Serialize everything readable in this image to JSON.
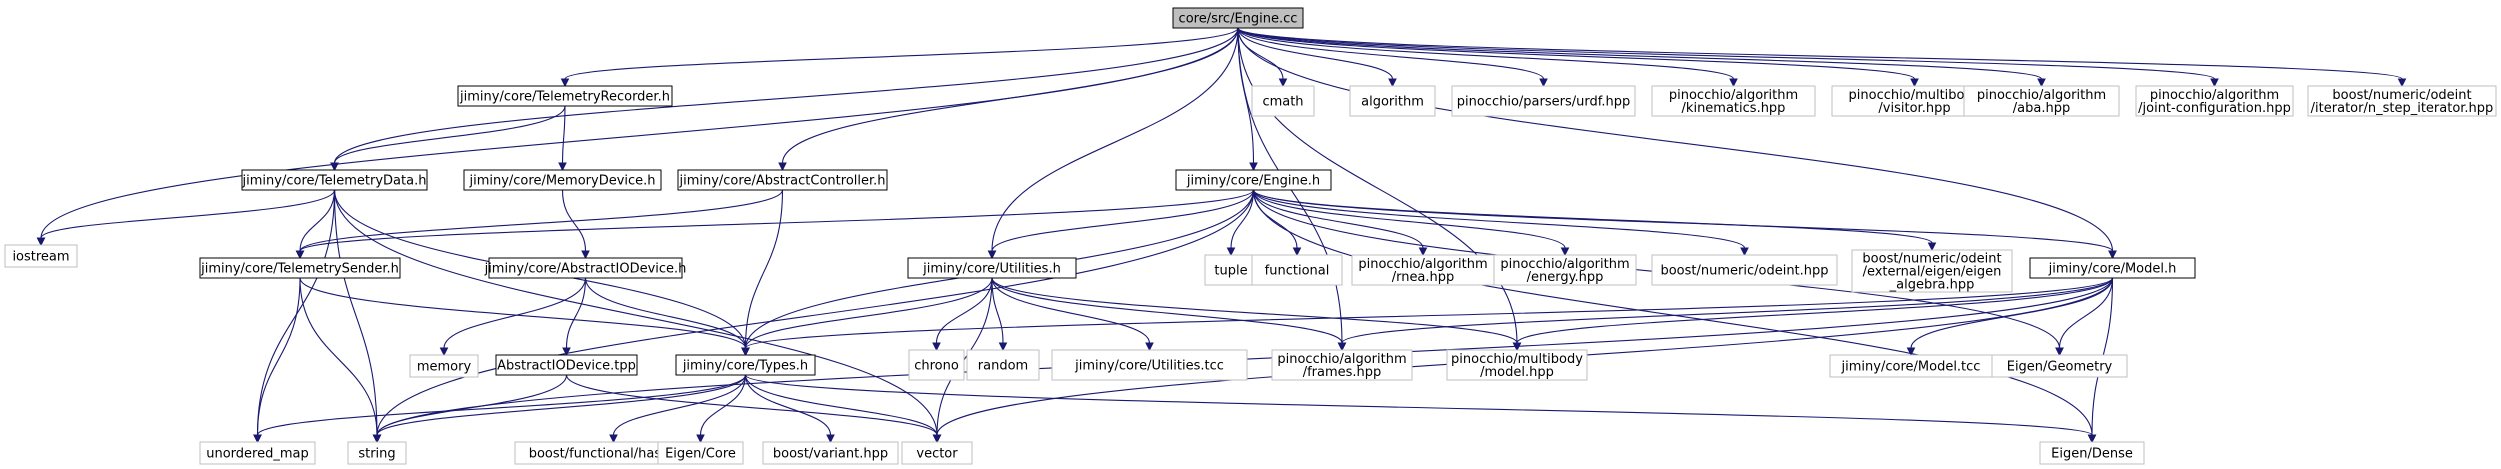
{
  "colors": {
    "edge": "#191970",
    "root_fill": "#bfbfbf",
    "internal_stroke": "#000000",
    "external_stroke": "#bfbfbf",
    "node_fill": "#ffffff"
  },
  "nodes": [
    {
      "id": "engine_cc",
      "lines": [
        "core/src/Engine.cc"
      ],
      "kind": "root"
    },
    {
      "id": "telemetry_recorder_h",
      "lines": [
        "jiminy/core/TelemetryRecorder.h"
      ],
      "kind": "internal"
    },
    {
      "id": "cmath",
      "lines": [
        "cmath"
      ],
      "kind": "external"
    },
    {
      "id": "algorithm",
      "lines": [
        "algorithm"
      ],
      "kind": "external"
    },
    {
      "id": "pinocchio_urdf",
      "lines": [
        "pinocchio/parsers/urdf.hpp"
      ],
      "kind": "external"
    },
    {
      "id": "pinocchio_kinematics",
      "lines": [
        "pinocchio/algorithm",
        "/kinematics.hpp"
      ],
      "kind": "external"
    },
    {
      "id": "pinocchio_visitor",
      "lines": [
        "pinocchio/multibody",
        "/visitor.hpp"
      ],
      "kind": "external"
    },
    {
      "id": "pinocchio_aba",
      "lines": [
        "pinocchio/algorithm",
        "/aba.hpp"
      ],
      "kind": "external"
    },
    {
      "id": "pinocchio_joint_config",
      "lines": [
        "pinocchio/algorithm",
        "/joint-configuration.hpp"
      ],
      "kind": "external"
    },
    {
      "id": "boost_nstep",
      "lines": [
        "boost/numeric/odeint",
        "/iterator/n_step_iterator.hpp"
      ],
      "kind": "external"
    },
    {
      "id": "telemetry_data_h",
      "lines": [
        "jiminy/core/TelemetryData.h"
      ],
      "kind": "internal"
    },
    {
      "id": "memory_device_h",
      "lines": [
        "jiminy/core/MemoryDevice.h"
      ],
      "kind": "internal"
    },
    {
      "id": "abstract_controller_h",
      "lines": [
        "jiminy/core/AbstractController.h"
      ],
      "kind": "internal"
    },
    {
      "id": "engine_h",
      "lines": [
        "jiminy/core/Engine.h"
      ],
      "kind": "internal"
    },
    {
      "id": "iostream",
      "lines": [
        "iostream"
      ],
      "kind": "external"
    },
    {
      "id": "telemetry_sender_h",
      "lines": [
        "jiminy/core/TelemetrySender.h"
      ],
      "kind": "internal"
    },
    {
      "id": "abstract_io_device_h",
      "lines": [
        "jiminy/core/AbstractIODevice.h"
      ],
      "kind": "internal"
    },
    {
      "id": "utilities_h",
      "lines": [
        "jiminy/core/Utilities.h"
      ],
      "kind": "internal"
    },
    {
      "id": "tuple",
      "lines": [
        "tuple"
      ],
      "kind": "external"
    },
    {
      "id": "functional",
      "lines": [
        "functional"
      ],
      "kind": "external"
    },
    {
      "id": "pinocchio_rnea",
      "lines": [
        "pinocchio/algorithm",
        "/rnea.hpp"
      ],
      "kind": "external"
    },
    {
      "id": "pinocchio_energy",
      "lines": [
        "pinocchio/algorithm",
        "/energy.hpp"
      ],
      "kind": "external"
    },
    {
      "id": "boost_odeint",
      "lines": [
        "boost/numeric/odeint.hpp"
      ],
      "kind": "external"
    },
    {
      "id": "boost_eigen_algebra",
      "lines": [
        "boost/numeric/odeint",
        "/external/eigen/eigen",
        "_algebra.hpp"
      ],
      "kind": "external"
    },
    {
      "id": "model_h",
      "lines": [
        "jiminy/core/Model.h"
      ],
      "kind": "internal"
    },
    {
      "id": "memory",
      "lines": [
        "memory"
      ],
      "kind": "external"
    },
    {
      "id": "abstract_io_device_tpp",
      "lines": [
        "AbstractIODevice.tpp"
      ],
      "kind": "internal"
    },
    {
      "id": "types_h",
      "lines": [
        "jiminy/core/Types.h"
      ],
      "kind": "internal"
    },
    {
      "id": "chrono",
      "lines": [
        "chrono"
      ],
      "kind": "external"
    },
    {
      "id": "random",
      "lines": [
        "random"
      ],
      "kind": "external"
    },
    {
      "id": "utilities_tcc",
      "lines": [
        "jiminy/core/Utilities.tcc"
      ],
      "kind": "external"
    },
    {
      "id": "pinocchio_frames",
      "lines": [
        "pinocchio/algorithm",
        "/frames.hpp"
      ],
      "kind": "external"
    },
    {
      "id": "pinocchio_model",
      "lines": [
        "pinocchio/multibody",
        "/model.hpp"
      ],
      "kind": "external"
    },
    {
      "id": "model_tcc",
      "lines": [
        "jiminy/core/Model.tcc"
      ],
      "kind": "external"
    },
    {
      "id": "eigen_geometry",
      "lines": [
        "Eigen/Geometry"
      ],
      "kind": "external"
    },
    {
      "id": "unordered_map",
      "lines": [
        "unordered_map"
      ],
      "kind": "external"
    },
    {
      "id": "string",
      "lines": [
        "string"
      ],
      "kind": "external"
    },
    {
      "id": "boost_hash",
      "lines": [
        "boost/functional/hash.hpp"
      ],
      "kind": "external"
    },
    {
      "id": "eigen_core",
      "lines": [
        "Eigen/Core"
      ],
      "kind": "external"
    },
    {
      "id": "boost_variant",
      "lines": [
        "boost/variant.hpp"
      ],
      "kind": "external"
    },
    {
      "id": "vector",
      "lines": [
        "vector"
      ],
      "kind": "external"
    },
    {
      "id": "eigen_dense",
      "lines": [
        "Eigen/Dense"
      ],
      "kind": "external"
    }
  ],
  "edges": [
    [
      "engine_cc",
      "iostream"
    ],
    [
      "engine_cc",
      "telemetry_data_h"
    ],
    [
      "engine_cc",
      "telemetry_recorder_h"
    ],
    [
      "engine_cc",
      "abstract_controller_h"
    ],
    [
      "engine_cc",
      "utilities_h"
    ],
    [
      "engine_cc",
      "engine_h"
    ],
    [
      "engine_cc",
      "cmath"
    ],
    [
      "engine_cc",
      "algorithm"
    ],
    [
      "engine_cc",
      "pinocchio_urdf"
    ],
    [
      "engine_cc",
      "pinocchio_kinematics"
    ],
    [
      "engine_cc",
      "pinocchio_visitor"
    ],
    [
      "engine_cc",
      "pinocchio_aba"
    ],
    [
      "engine_cc",
      "pinocchio_joint_config"
    ],
    [
      "engine_cc",
      "boost_nstep"
    ],
    [
      "engine_cc",
      "pinocchio_frames"
    ],
    [
      "engine_cc",
      "pinocchio_model"
    ],
    [
      "engine_cc",
      "model_h"
    ],
    [
      "telemetry_recorder_h",
      "telemetry_data_h"
    ],
    [
      "telemetry_recorder_h",
      "memory_device_h"
    ],
    [
      "telemetry_data_h",
      "iostream"
    ],
    [
      "telemetry_data_h",
      "telemetry_sender_h"
    ],
    [
      "telemetry_data_h",
      "unordered_map"
    ],
    [
      "telemetry_data_h",
      "string"
    ],
    [
      "telemetry_data_h",
      "vector"
    ],
    [
      "telemetry_data_h",
      "types_h"
    ],
    [
      "memory_device_h",
      "abstract_io_device_h"
    ],
    [
      "abstract_controller_h",
      "telemetry_sender_h"
    ],
    [
      "abstract_controller_h",
      "types_h"
    ],
    [
      "engine_h",
      "telemetry_sender_h"
    ],
    [
      "engine_h",
      "string"
    ],
    [
      "engine_h",
      "utilities_h"
    ],
    [
      "engine_h",
      "types_h"
    ],
    [
      "engine_h",
      "tuple"
    ],
    [
      "engine_h",
      "functional"
    ],
    [
      "engine_h",
      "pinocchio_rnea"
    ],
    [
      "engine_h",
      "pinocchio_energy"
    ],
    [
      "engine_h",
      "boost_odeint"
    ],
    [
      "engine_h",
      "boost_eigen_algebra"
    ],
    [
      "engine_h",
      "model_h"
    ],
    [
      "engine_h",
      "eigen_geometry"
    ],
    [
      "engine_h",
      "eigen_dense"
    ],
    [
      "telemetry_sender_h",
      "unordered_map"
    ],
    [
      "telemetry_sender_h",
      "string"
    ],
    [
      "telemetry_sender_h",
      "types_h"
    ],
    [
      "abstract_io_device_h",
      "memory"
    ],
    [
      "abstract_io_device_h",
      "abstract_io_device_tpp"
    ],
    [
      "abstract_io_device_h",
      "types_h"
    ],
    [
      "abstract_io_device_tpp",
      "string"
    ],
    [
      "abstract_io_device_tpp",
      "vector"
    ],
    [
      "utilities_h",
      "types_h"
    ],
    [
      "utilities_h",
      "chrono"
    ],
    [
      "utilities_h",
      "random"
    ],
    [
      "utilities_h",
      "utilities_tcc"
    ],
    [
      "utilities_h",
      "pinocchio_frames"
    ],
    [
      "utilities_h",
      "pinocchio_model"
    ],
    [
      "utilities_h",
      "vector"
    ],
    [
      "model_h",
      "types_h"
    ],
    [
      "model_h",
      "pinocchio_frames"
    ],
    [
      "model_h",
      "pinocchio_model"
    ],
    [
      "model_h",
      "model_tcc"
    ],
    [
      "model_h",
      "eigen_geometry"
    ],
    [
      "model_h",
      "string"
    ],
    [
      "model_h",
      "vector"
    ],
    [
      "model_h",
      "eigen_dense"
    ],
    [
      "types_h",
      "unordered_map"
    ],
    [
      "types_h",
      "string"
    ],
    [
      "types_h",
      "boost_hash"
    ],
    [
      "types_h",
      "eigen_core"
    ],
    [
      "types_h",
      "boost_variant"
    ],
    [
      "types_h",
      "vector"
    ],
    [
      "types_h",
      "eigen_dense"
    ]
  ]
}
